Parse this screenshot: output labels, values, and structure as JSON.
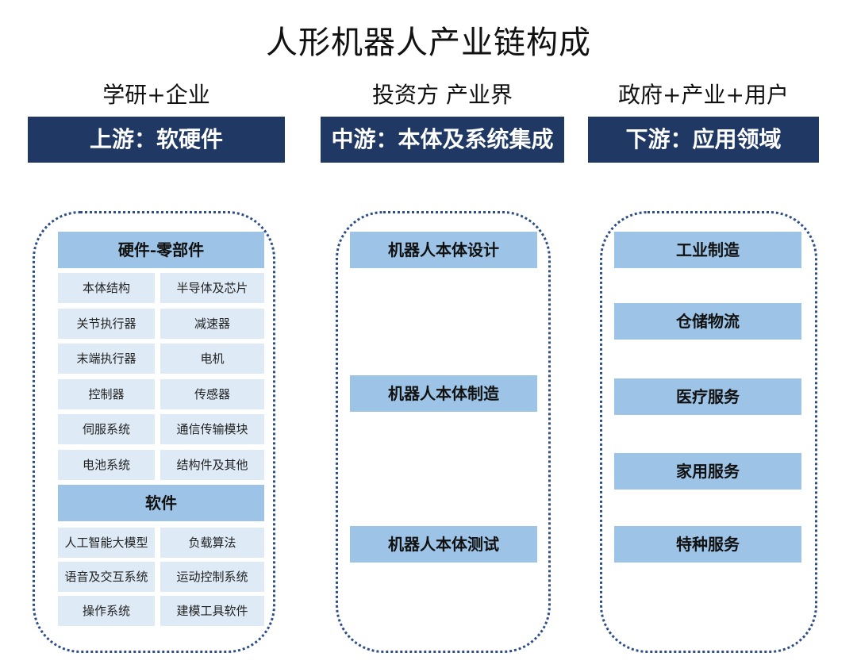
{
  "title": "人形机器人产业链构成",
  "columns": [
    {
      "subtitle": "学研+企业",
      "header": "上游：软硬件",
      "hardware_title": "硬件-零部件",
      "hardware": [
        "本体结构",
        "半导体及芯片",
        "关节执行器",
        "减速器",
        "末端执行器",
        "电机",
        "控制器",
        "传感器",
        "伺服系统",
        "通信传输模块",
        "电池系统",
        "结构件及其他"
      ],
      "software_title": "软件",
      "software": [
        "人工智能大模型",
        "负载算法",
        "语音及交互系统",
        "运动控制系统",
        "操作系统",
        "建模工具软件"
      ]
    },
    {
      "subtitle": "投资方 产业界",
      "header": "中游：本体及系统集成",
      "items": [
        "机器人本体设计",
        "机器人本体制造",
        "机器人本体测试"
      ]
    },
    {
      "subtitle": "政府+产业+用户",
      "header": "下游：应用领域",
      "items": [
        "工业制造",
        "仓储物流",
        "医疗服务",
        "家用服务",
        "特种服务"
      ]
    }
  ],
  "colors": {
    "header_bar": "#1f3864",
    "box": "#9dc3e6",
    "cell": "#deebf7",
    "border": "#2f4e86"
  }
}
